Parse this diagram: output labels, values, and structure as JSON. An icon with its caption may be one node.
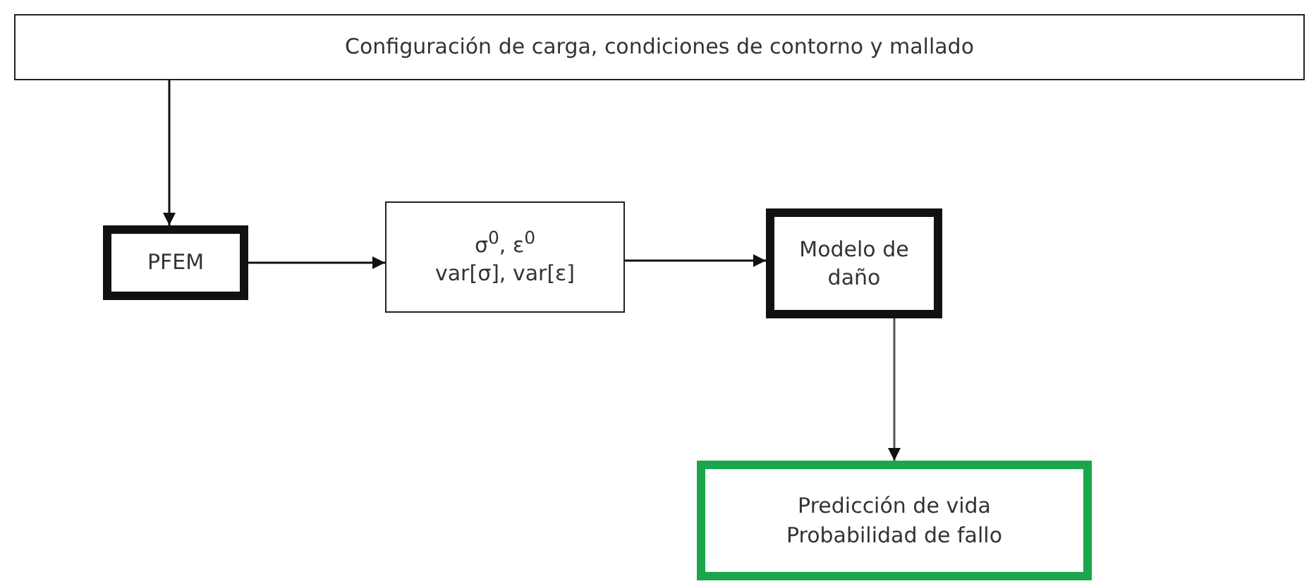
{
  "diagram": {
    "nodes": [
      {
        "text": [
          "Configuración de carga, condiciones de contorno y mallado"
        ]
      },
      {
        "text": [
          "PFEM"
        ]
      },
      {
        "text": [
          "σ$^{0}$, ε$^{0}$",
          "var[σ], var[ε]"
        ]
      },
      {
        "text": [
          "Modelo de daño"
        ]
      },
      {
        "text": [
          "Predicción de vida",
          "Probabilidad de fallo"
        ]
      }
    ],
    "edges": [
      {
        "from": 0,
        "to": 1,
        "arrow": "to"
      },
      {
        "from": 1,
        "to": 2,
        "arrow": "to"
      },
      {
        "from": 2,
        "to": 3,
        "arrow": "to"
      },
      {
        "from": 3,
        "to": 4,
        "arrow": "to"
      }
    ]
  }
}
